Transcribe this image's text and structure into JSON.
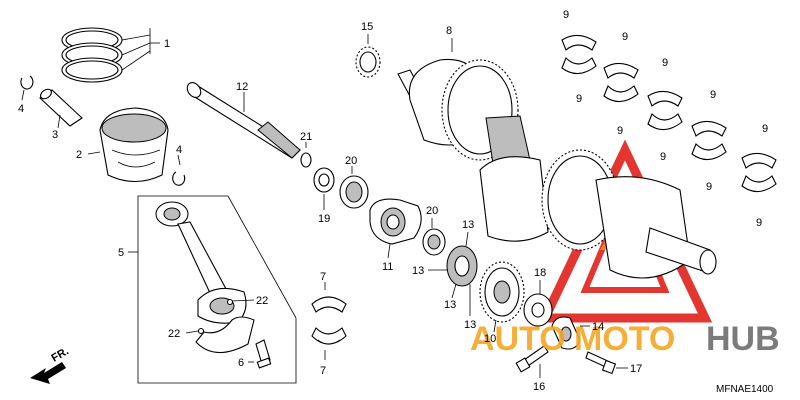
{
  "diagram": {
    "callouts": {
      "c1": "1",
      "c2": "2",
      "c3": "3",
      "c4a": "4",
      "c4b": "4",
      "c5": "5",
      "c6": "6",
      "c7a": "7",
      "c7b": "7",
      "c8": "8",
      "c9_1": "9",
      "c9_2": "9",
      "c9_3": "9",
      "c9_4": "9",
      "c9_5": "9",
      "c9_6": "9",
      "c9_7": "9",
      "c9_8": "9",
      "c9_9": "9",
      "c9_10": "9",
      "c10": "10",
      "c11": "11",
      "c12": "12",
      "c13a": "13",
      "c13b": "13",
      "c13c": "13",
      "c13d": "13",
      "c14": "14",
      "c15": "15",
      "c16": "16",
      "c17": "17",
      "c18": "18",
      "c19": "19",
      "c20a": "20",
      "c20b": "20",
      "c21": "21",
      "c22a": "22",
      "c22b": "22"
    },
    "direction_label": "FR.",
    "diagram_code": "MFNAE1400"
  },
  "watermark": {
    "word_part1": "AUTO",
    "word_part2": "MOTO",
    "word_part3": "HUB",
    "color_orange": "#f5a623",
    "color_red": "#e0211b",
    "color_gray": "#6d6d6d"
  }
}
